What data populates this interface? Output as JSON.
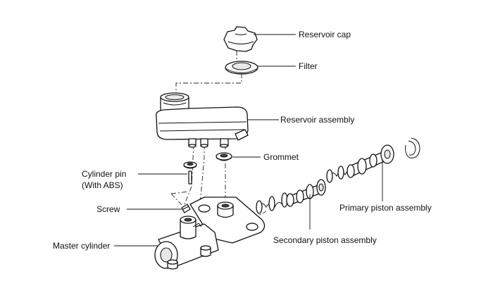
{
  "diagram": {
    "labels": {
      "reservoir_cap": "Reservoir cap",
      "filter": "Filter",
      "reservoir_assembly": "Reservoir assembly",
      "grommet": "Grommet",
      "cylinder_pin": "Cylinder pin",
      "cylinder_pin_note": "(With ABS)",
      "screw": "Screw",
      "master_cylinder": "Master cylinder",
      "secondary_piston_assembly": "Secondary piston assembly",
      "primary_piston_assembly": "Primary piston assembly"
    }
  }
}
